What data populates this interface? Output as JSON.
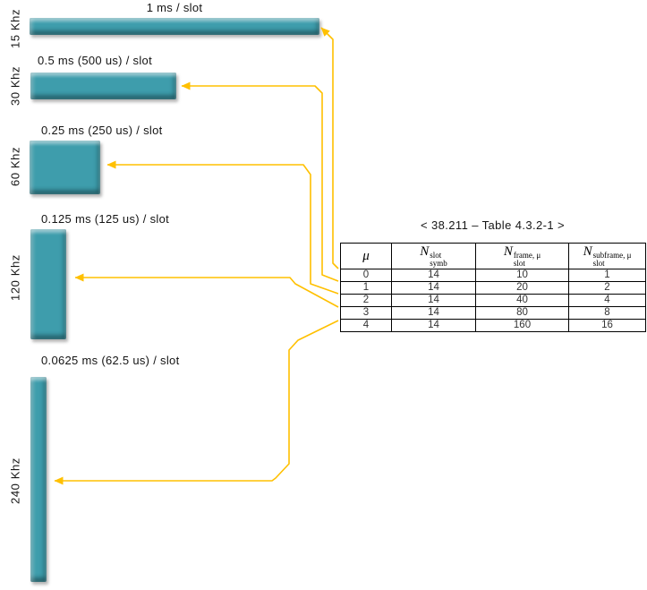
{
  "figure": {
    "groups": [
      {
        "freq_label": "15 Khz",
        "duration_label": "1 ms / slot"
      },
      {
        "freq_label": "30 Khz",
        "duration_label": "0.5 ms (500 us) / slot"
      },
      {
        "freq_label": "60 Khz",
        "duration_label": "0.25 ms (250 us) / slot"
      },
      {
        "freq_label": "120 Khz",
        "duration_label": "0.125 ms (125 us) / slot"
      },
      {
        "freq_label": "240 Khz",
        "duration_label": "0.0625 ms (62.5 us) / slot"
      }
    ]
  },
  "table": {
    "caption": "< 38.211 – Table 4.3.2-1 >",
    "header": {
      "col0": {
        "symbol": "μ"
      },
      "col1": {
        "base": "N",
        "sup": "slot",
        "sub": "symb"
      },
      "col2": {
        "base": "N",
        "sup": "frame, μ",
        "sub": "slot"
      },
      "col3": {
        "base": "N",
        "sup": "subframe, μ",
        "sub": "slot"
      }
    },
    "rows": [
      [
        "0",
        "14",
        "10",
        "1"
      ],
      [
        "1",
        "14",
        "20",
        "2"
      ],
      [
        "2",
        "14",
        "40",
        "4"
      ],
      [
        "3",
        "14",
        "80",
        "8"
      ],
      [
        "4",
        "14",
        "160",
        "16"
      ]
    ]
  },
  "colors": {
    "bar_fill": "#3E9DAC",
    "connector": "#FFC000"
  }
}
